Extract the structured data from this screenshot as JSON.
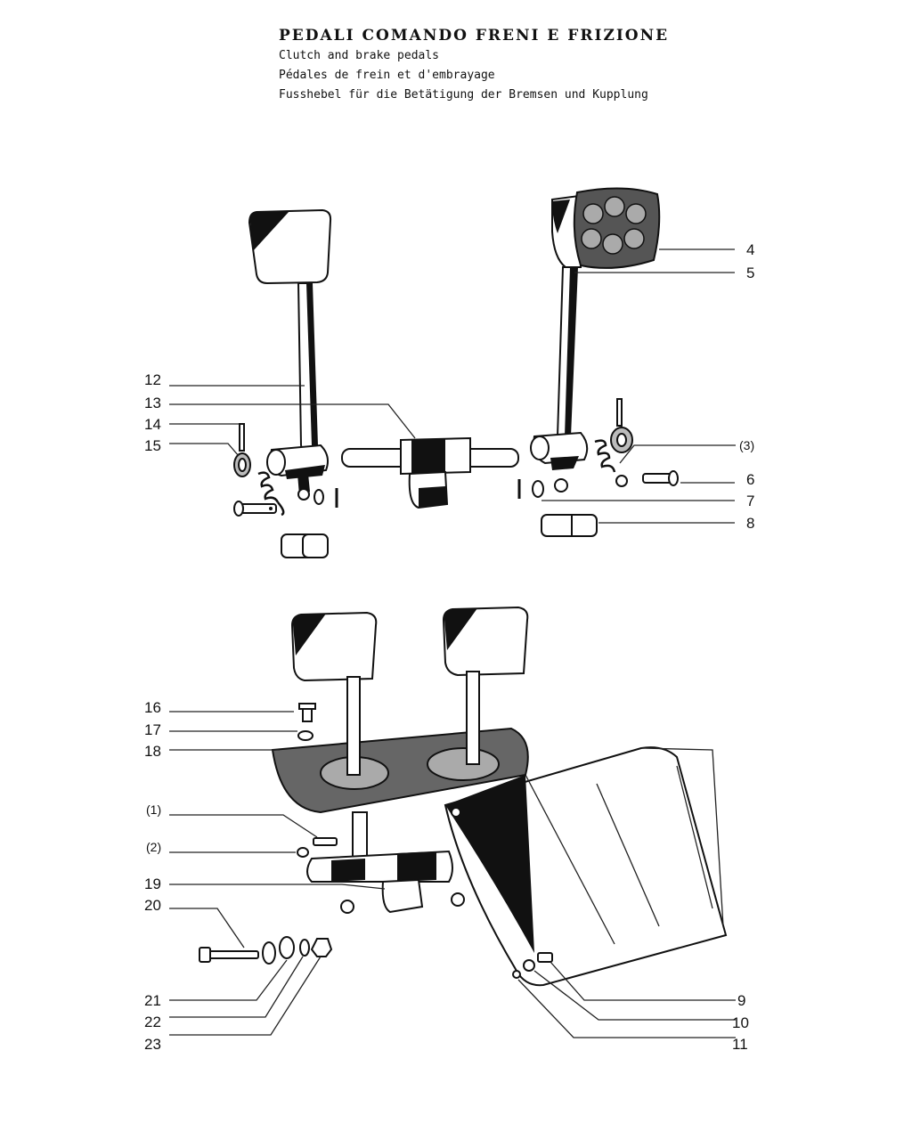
{
  "header": {
    "title_it": "PEDALI COMANDO FRENI E FRIZIONE",
    "title_en": "Clutch and brake pedals",
    "title_fr": "Pédales de frein et d'embrayage",
    "title_de": "Fusshebel für die Betätigung der Bremsen und Kupplung"
  },
  "callouts": {
    "c4": "4",
    "c5": "5",
    "c3p": "(3)",
    "c6": "6",
    "c7": "7",
    "c8": "8",
    "c12": "12",
    "c13": "13",
    "c14": "14",
    "c15": "15",
    "c16": "16",
    "c17": "17",
    "c18": "18",
    "c1p": "(1)",
    "c2p": "(2)",
    "c19": "19",
    "c20": "20",
    "c21": "21",
    "c22": "22",
    "c23": "23",
    "c9": "9",
    "c10": "10",
    "c11": "11"
  }
}
